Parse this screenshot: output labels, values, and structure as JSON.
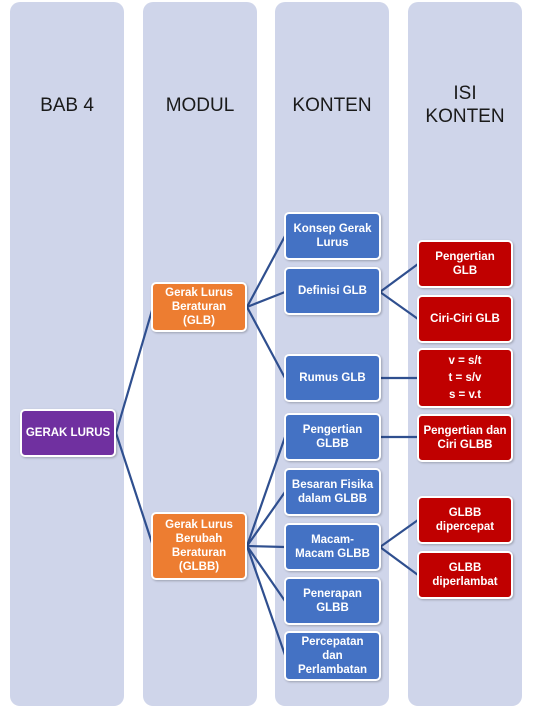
{
  "columns": {
    "bab": "BAB 4",
    "modul": "MODUL",
    "konten": "KONTEN",
    "isi_konten": "ISI\nKONTEN"
  },
  "root": "GERAK LURUS",
  "modul": {
    "glb": "Gerak Lurus\nBeraturan\n(GLB)",
    "glbb": "Gerak Lurus\nBerubah\nBeraturan\n(GLBB)"
  },
  "konten": {
    "konsep": "Konsep Gerak\nLurus",
    "definisi": "Definisi GLB",
    "rumus": "Rumus GLB",
    "pengertian_glbb": "Pengertian\nGLBB",
    "besaran": "Besaran Fisika\ndalam GLBB",
    "macam": "Macam-\nMacam GLBB",
    "penerapan": "Penerapan\nGLBB",
    "percepatan": "Percepatan\ndan\nPerlambatan"
  },
  "isi": {
    "pengertian_glb": "Pengertian GLB",
    "ciri_glb": "Ciri-Ciri GLB",
    "rumus_lines": [
      "v = s/t",
      "t = s/v",
      "s = v.t"
    ],
    "pengertian_ciri_glbb": "Pengertian dan\nCiri GLBB",
    "dipercepat": "GLBB\ndipercepat",
    "diperlambat": "GLBB\ndiperlambat"
  },
  "colors": {
    "column_bg": "#cfd5ea",
    "root": "#7030a0",
    "modul": "#ed7d31",
    "konten": "#4472c4",
    "isi": "#c00000",
    "connector": "#2f4f8f"
  }
}
